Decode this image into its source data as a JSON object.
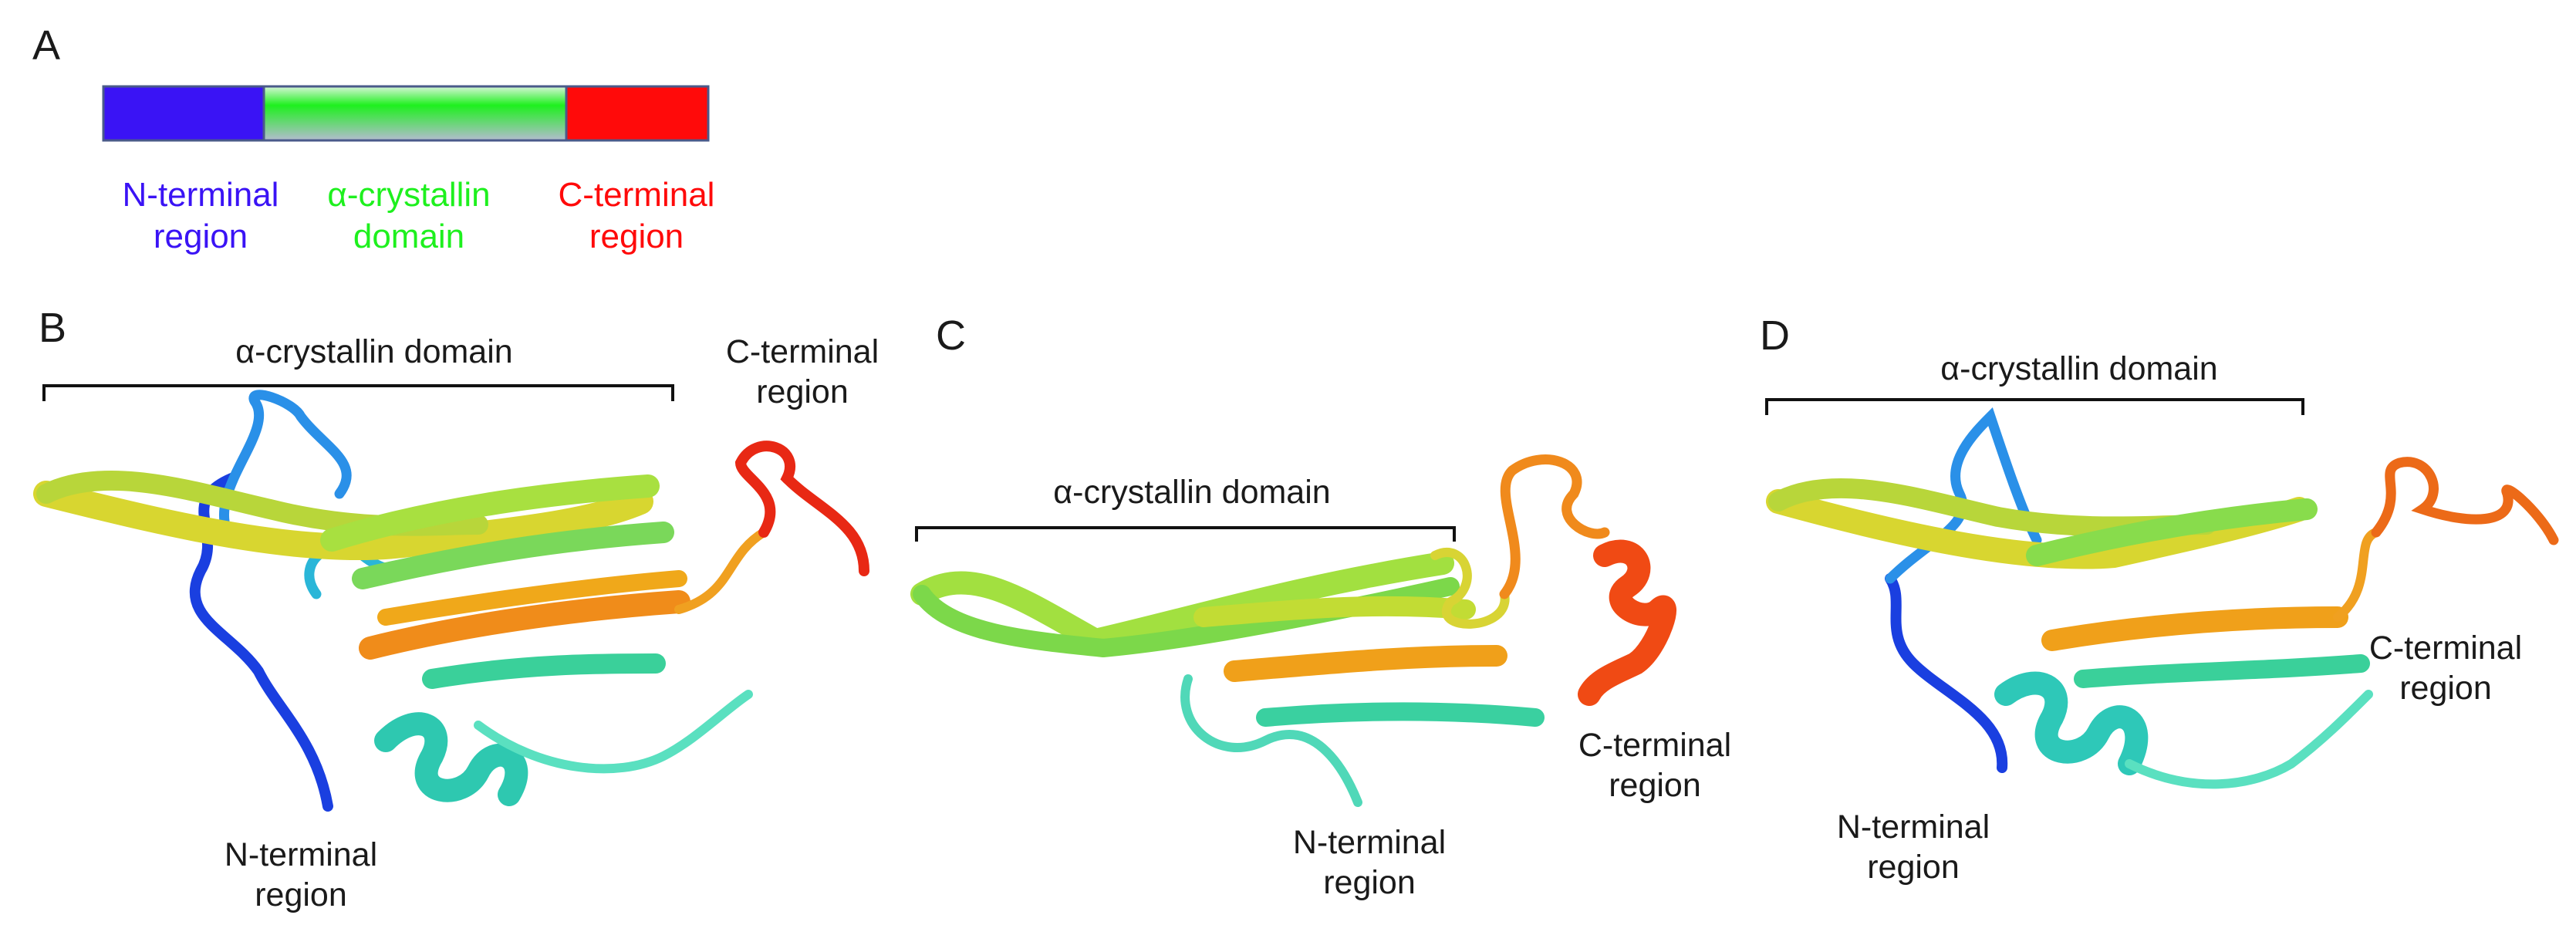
{
  "panels": {
    "a": {
      "letter": "A",
      "bar_colors": {
        "n": "#3a13f5",
        "alpha_top": "#1ef01e",
        "alpha_bottom": "#b4bccf",
        "c": "#ff0a0a"
      },
      "labels": {
        "n": [
          "N-terminal",
          "region"
        ],
        "alpha": [
          "α-crystallin",
          "domain"
        ],
        "c": [
          "C-terminal",
          "region"
        ]
      }
    },
    "b": {
      "letter": "B",
      "domain_label": "α-crystallin domain",
      "c_label": [
        "C-terminal",
        "region"
      ],
      "n_label": [
        "N-terminal",
        "region"
      ]
    },
    "c": {
      "letter": "C",
      "domain_label": "α-crystallin domain",
      "c_label": [
        "C-terminal",
        "region"
      ],
      "n_label": [
        "N-terminal",
        "region"
      ]
    },
    "d": {
      "letter": "D",
      "domain_label": "α-crystallin domain",
      "c_label": [
        "C-terminal",
        "region"
      ],
      "n_label": [
        "N-terminal",
        "region"
      ]
    }
  }
}
